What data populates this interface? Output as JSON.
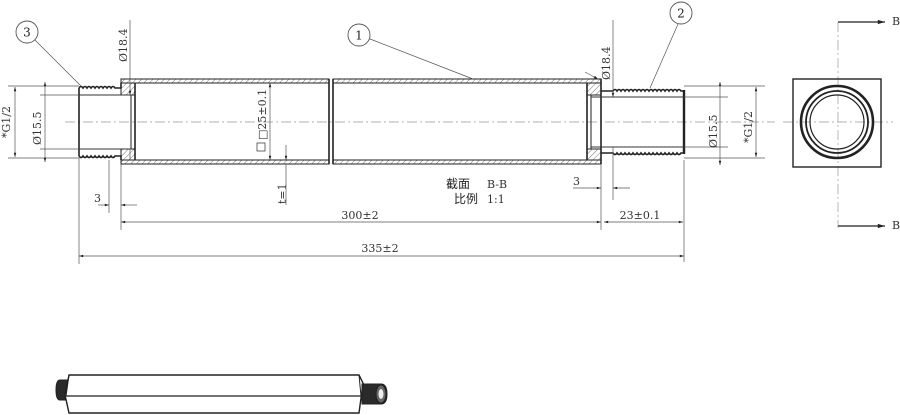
{
  "drawing": {
    "type": "technical-section-drawing",
    "balloons": [
      {
        "id": "balloon-1",
        "label": "1"
      },
      {
        "id": "balloon-2",
        "label": "2"
      },
      {
        "id": "balloon-3",
        "label": "3"
      }
    ],
    "dimensions": {
      "left_outer_dia": "Ø18.4",
      "right_outer_dia": "Ø18.4",
      "left_inner_dia": "Ø15.5",
      "right_inner_dia": "Ø15.5",
      "left_thread": "*G1/2",
      "right_thread": "*G1/2",
      "square_size": "□25±0.1",
      "wall_thickness": "t=1",
      "left_step": "3",
      "right_step": "3",
      "body_length": "300±2",
      "fitting_length": "23±0.1",
      "overall_length": "335±2"
    },
    "section_note": {
      "line1_label": "截面",
      "line1_value": "B-B",
      "line2_label": "比例",
      "line2_value": "1:1"
    },
    "section_markers": {
      "top": "B",
      "bottom": "B"
    },
    "colors": {
      "line": "#222222",
      "dim_line": "#555555",
      "center_line": "#999999",
      "background": "#ffffff"
    }
  }
}
